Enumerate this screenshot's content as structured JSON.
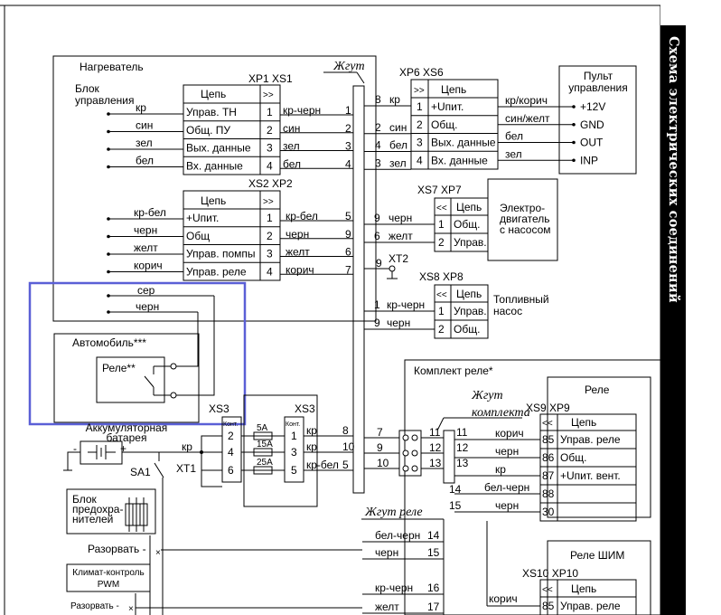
{
  "page_title": "Схема электрических соединений",
  "heater": {
    "title": "Нагреватель",
    "control_block": "Блок\nуправления",
    "left_wires_top": [
      "кр",
      "син",
      "зел",
      "бел"
    ],
    "left_wires_mid": [
      "кр-бел",
      "черн",
      "желт",
      "корич"
    ],
    "left_wires_bottom": [
      "сер",
      "черн"
    ]
  },
  "xp1": {
    "tag": "XP1 XS1",
    "header": "Цепь",
    "rows": [
      {
        "name": "Управ. ТН",
        "pin": "1",
        "wire": "кр-черн",
        "out": "1"
      },
      {
        "name": "Общ. ПУ",
        "pin": "2",
        "wire": "син",
        "out": "2"
      },
      {
        "name": "Вых. данные",
        "pin": "3",
        "wire": "зел",
        "out": "3"
      },
      {
        "name": "Вх. данные",
        "pin": "4",
        "wire": "бел",
        "out": "4"
      }
    ]
  },
  "xs2": {
    "tag": "XS2  XP2",
    "header": "Цепь",
    "rows": [
      {
        "name": "+Uпит.",
        "pin": "1",
        "wire": "кр-бел",
        "out": "5"
      },
      {
        "name": "Общ",
        "pin": "2",
        "wire": "черн",
        "out": "9"
      },
      {
        "name": "Управ. помпы",
        "pin": "3",
        "wire": "желт",
        "out": "6"
      },
      {
        "name": "Управ. реле",
        "pin": "4",
        "wire": "корич",
        "out": "7"
      }
    ]
  },
  "harness": {
    "label": "Жгут"
  },
  "xp6": {
    "tag": "XP6 XS6",
    "header": "Цепь",
    "rows": [
      {
        "in": "8",
        "wire": "кр",
        "pin": "1",
        "name": "+Uпит."
      },
      {
        "in": "2",
        "wire": "син",
        "pin": "2",
        "name": "Общ."
      },
      {
        "in": "4",
        "wire": "бел",
        "pin": "3",
        "name": "Вых. данные"
      },
      {
        "in": "3",
        "wire": "зел",
        "pin": "4",
        "name": "Вх. данные"
      }
    ],
    "out_wires": [
      "кр/корич",
      "син/желт",
      "бел",
      "зел"
    ]
  },
  "panel": {
    "title": "Пульт\nуправления",
    "pins": [
      "+12V",
      "GND",
      "OUT",
      "INP"
    ]
  },
  "xs7": {
    "tag": "XS7 XP7",
    "header": "Цепь",
    "rows": [
      {
        "in": "9",
        "wire": "черн",
        "pin": "1",
        "name": "Общ."
      },
      {
        "in": "6",
        "wire": "желт",
        "pin": "2",
        "name": "Управ."
      }
    ],
    "device": "Электро-\nдвигатель\nс насосом"
  },
  "xt2": {
    "in": "9",
    "tag": "XT2"
  },
  "xs8": {
    "tag": "XS8 XP8",
    "header": "Цепь",
    "rows": [
      {
        "in": "1",
        "wire": "кр-черн",
        "pin": "1",
        "name": "Управ."
      },
      {
        "in": "9",
        "wire": "черн",
        "pin": "2",
        "name": "Общ."
      }
    ],
    "device": "Топливный\nнасос"
  },
  "car": {
    "title": "Автомобиль***",
    "relay": "Реле**"
  },
  "xs3": {
    "left_tag": "XS3",
    "right_tag": "XS3",
    "kont": "Конт.",
    "left_pins": [
      "2",
      "4",
      "6"
    ],
    "right_pins": [
      "1",
      "3",
      "5"
    ],
    "fuses": [
      "5A",
      "15A",
      "25A"
    ],
    "right_wires": [
      {
        "wire": "кр",
        "num": "8"
      },
      {
        "wire": "кр",
        "num": "10"
      },
      {
        "wire": "кр-бел",
        "num": "5"
      }
    ]
  },
  "battery": {
    "title": "Аккумуляторная\nбатарея",
    "minus": "-",
    "plus": "+",
    "wire": "кр",
    "sa1": "SA1",
    "xt1": "XT1"
  },
  "fuse_block": {
    "title": "Блок\nпредохра-\nнителей"
  },
  "break_label_1": "Разорвать -",
  "climate": {
    "title": "Климат-контроль\nPWM",
    "break_label": "Разорвать -"
  },
  "relay_kit": {
    "title": "Комплект реле*",
    "harness": "Жгут\nкомплекта",
    "terminals": [
      {
        "in": "7",
        "left": "11",
        "right": "11"
      },
      {
        "in": "9",
        "left": "12",
        "right": "12"
      },
      {
        "in": "10",
        "left": "13",
        "right": "13"
      }
    ],
    "extra": [
      "14",
      "15"
    ]
  },
  "relay": {
    "title": "Реле",
    "tag": "XS9 XP9",
    "header": "Цепь",
    "rows": [
      {
        "wire": "корич",
        "pin": "85",
        "name": "Управ. реле"
      },
      {
        "wire": "черн",
        "pin": "86",
        "name": "Общ."
      },
      {
        "wire": "кр",
        "pin": "87",
        "name": "+Uпит. вент."
      },
      {
        "wire": "бел-черн",
        "pin": "88",
        "name": ""
      },
      {
        "wire": "черн",
        "pin": "30",
        "name": ""
      }
    ]
  },
  "relay_harness": {
    "label": "Жгут реле",
    "rows": [
      {
        "wire": "бел-черн",
        "num": "14"
      },
      {
        "wire": "черн",
        "num": "15"
      },
      {
        "wire": "кр-черн",
        "num": "16"
      },
      {
        "wire": "желт",
        "num": "17"
      }
    ]
  },
  "pwm_relay": {
    "title": "Реле ШИМ",
    "tag": "XS10 XP10",
    "header": "Цепь",
    "rows": [
      {
        "wire": "корич",
        "pin": "85",
        "name": "Управ. реле"
      }
    ]
  },
  "colors": {
    "annotation": "#5a5fd6",
    "line": "#000000",
    "band": "#000000"
  }
}
